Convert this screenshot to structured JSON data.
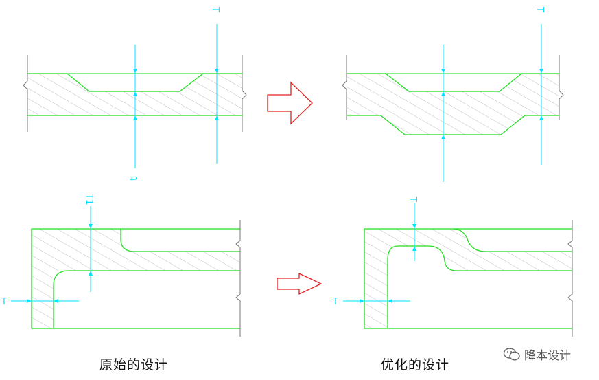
{
  "captions": {
    "original": "原始的设计",
    "optimized": "优化的设计"
  },
  "watermark": {
    "text": "降本设计",
    "icon": "wechat-icon"
  },
  "dimension_labels": {
    "top_left_thickness": "T",
    "top_left_bottom_label": "t",
    "top_right_thickness": "T",
    "bottom_left_corner_thickness": "T1",
    "bottom_left_wall_thickness": "T",
    "bottom_right_top_thickness": "T",
    "bottom_right_wall_thickness": "T"
  },
  "colors": {
    "outline": "#22dd22",
    "dimension": "#00e5ff",
    "hatch": "#b8b8b8",
    "break_line": "#777777",
    "arrow": "#e02020"
  }
}
